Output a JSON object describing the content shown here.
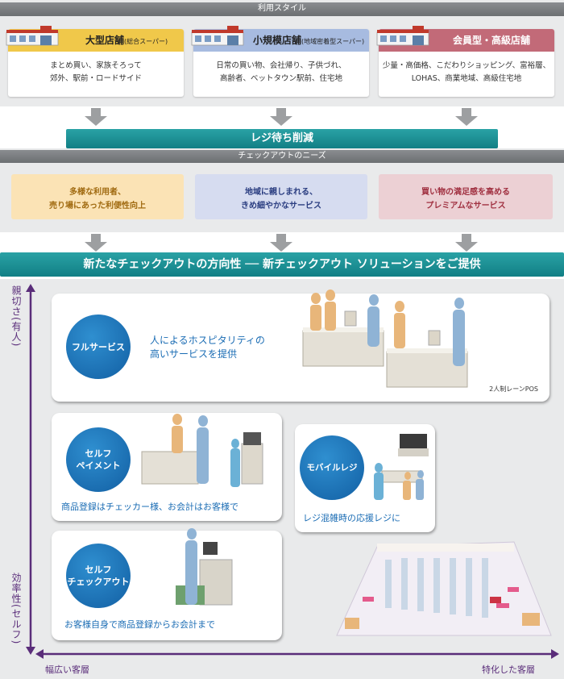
{
  "usage_style": {
    "header": "利用スタイル",
    "stores": [
      {
        "title": "大型店舗",
        "subtitle": "(総合スーパー)",
        "line1": "まとめ買い、家族そろって",
        "line2": "郊外、駅前・ロードサイド",
        "color": "#f0c84a"
      },
      {
        "title": "小規模店舗",
        "subtitle": "(地域密着型スーパー)",
        "line1": "日常の買い物、会社帰り、子供づれ、",
        "line2": "高齢者、ベットタウン駅前、住宅地",
        "color": "#a7bbe0"
      },
      {
        "title": "会員型・高級店舗",
        "subtitle": "",
        "line1": "少量・高価格、こだわりショッピング、富裕層、",
        "line2": "LOHAS、商業地域、高級住宅地",
        "color": "#c26a78"
      }
    ]
  },
  "reduce_bar": "レジ待ち削減",
  "needs": {
    "header": "チェックアウトのニーズ",
    "items": [
      {
        "line1": "多様な利用者、",
        "line2": "売り場にあった利便性向上",
        "bg": "#fbe3b5",
        "fg": "#a06a10"
      },
      {
        "line1": "地域に親しまれる、",
        "line2": "きめ細やかなサービス",
        "bg": "#d6dcf0",
        "fg": "#2a3d80"
      },
      {
        "line1": "買い物の満足感を高める",
        "line2": "プレミアムなサービス",
        "bg": "#ecd0d4",
        "fg": "#a03040"
      }
    ]
  },
  "direction_bar": "新たなチェックアウトの方向性 ── 新チェックアウト ソリューションをご提供",
  "axis": {
    "top": "親切さ(有人)",
    "bottom": "効率性(セルフ)",
    "left": "幅広い客層",
    "right": "特化した客層"
  },
  "solutions": {
    "full": {
      "circle": "フルサービス",
      "desc": "人によるホスピタリティの\n高いサービスを提供",
      "caption": "2人制レーンPOS"
    },
    "self_pay": {
      "circle": "セルフ\nペイメント",
      "desc": "商品登録はチェッカー様、お会計はお客様で"
    },
    "mobile": {
      "circle": "モバイルレジ",
      "desc": "レジ混雑時の応援レジに"
    },
    "self_checkout": {
      "circle": "セルフ\nチェックアウト",
      "desc": "お客様自身で商品登録からお会計まで"
    }
  },
  "colors": {
    "teal": "#148a8f",
    "blue": "#1a6cb4",
    "purple": "#5a2d7a"
  }
}
